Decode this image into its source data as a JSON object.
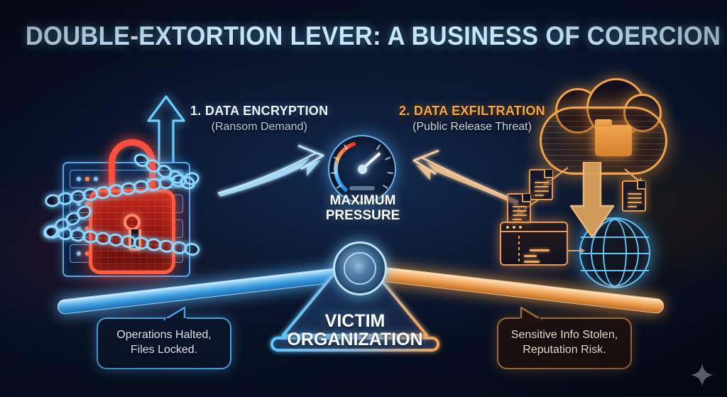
{
  "title": "DOUBLE-EXTORTION LEVER: A BUSINESS OF COERCION",
  "sections": {
    "left": {
      "heading": "1. DATA ENCRYPTION",
      "subheading": "(Ransom Demand)",
      "icons": [
        "padlock-icon",
        "server-rack-icon",
        "chain-icon",
        "up-arrow-icon"
      ]
    },
    "right": {
      "heading": "2. DATA EXFILTRATION",
      "subheading": "(Public Release Threat)",
      "icons": [
        "cloud-icon",
        "folder-icon",
        "download-arrow-icon",
        "document-icon",
        "code-window-icon",
        "globe-icon"
      ]
    }
  },
  "center": {
    "gauge_label_line1": "MAXIMUM",
    "gauge_label_line2": "PRESSURE",
    "gauge_icon": "pressure-gauge-icon",
    "fulcrum_label_line1": "VICTIM",
    "fulcrum_label_line2": "ORGANIZATION"
  },
  "callouts": {
    "left": {
      "line1": "Operations Halted,",
      "line2": "Files Locked."
    },
    "right": {
      "line1": "Sensitive Info Stolen,",
      "line2": "Reputation Risk."
    }
  },
  "watermark": {
    "icon": "sparkle-icon"
  },
  "colors": {
    "background": "#0a1228",
    "title": "#c6e7f8",
    "encryption_accent": "#4a9fd8",
    "exfiltration_accent": "#f0a94a",
    "lock_red": "#ff4d3d",
    "chain_cyan": "#8fd8ff",
    "globe_cyan": "#64c4f5",
    "callout_left_border": "#4a9fd8",
    "callout_right_border": "#9a6a3c",
    "white_text": "#ffffff"
  }
}
